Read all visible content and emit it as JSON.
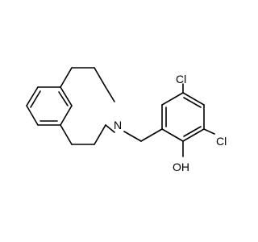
{
  "molecule": {
    "atoms": {
      "cl_top": "Cl",
      "cl_right": "Cl",
      "n": "N",
      "oh": "OH"
    }
  }
}
